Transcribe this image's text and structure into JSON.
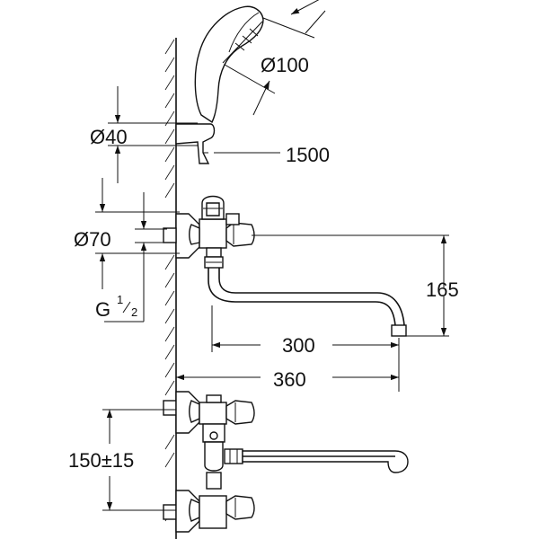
{
  "dimensions": {
    "shower_head_diameter": "Ø100",
    "holder_diameter": "Ø40",
    "hose_length": "1500",
    "escutcheon_diameter": "Ø70",
    "thread_g": "G",
    "thread_num": "1",
    "thread_den": "2",
    "spout_height": "165",
    "spout_reach": "300",
    "total_reach": "360",
    "inlet_spacing": "150±15"
  }
}
